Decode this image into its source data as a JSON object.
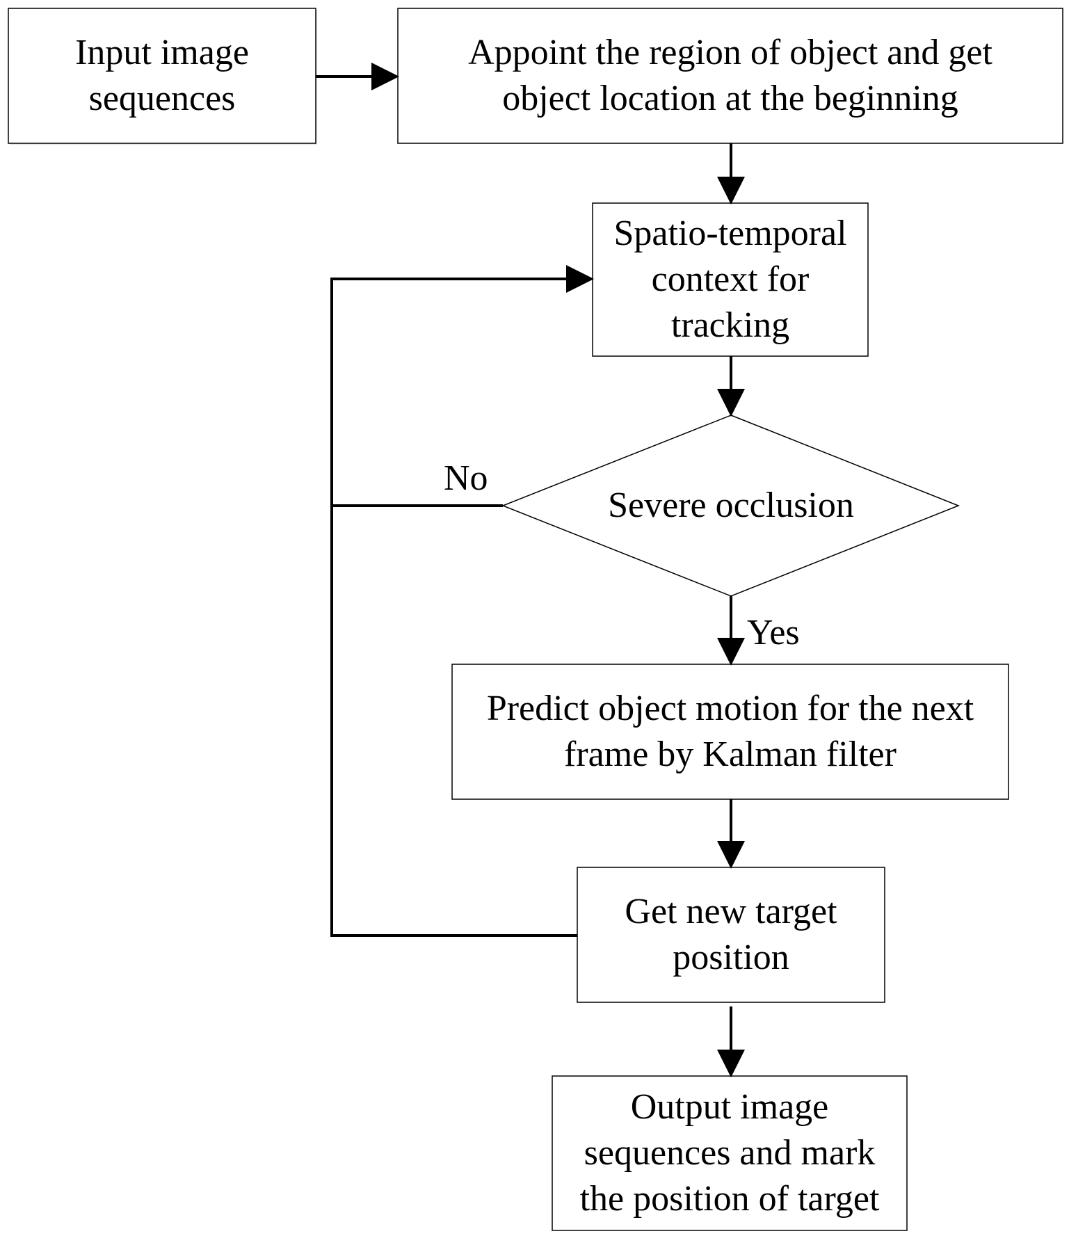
{
  "colors": {
    "stroke": "#000000",
    "background": "#ffffff",
    "shadow": "#c9d3e0"
  },
  "nodes": {
    "input": {
      "lines": [
        "Input image",
        "sequences"
      ]
    },
    "appoint": {
      "lines": [
        "Appoint the region of object and get",
        "object location at the beginning"
      ]
    },
    "stc": {
      "lines": [
        "Spatio-temporal",
        "context for",
        "tracking"
      ]
    },
    "decision": {
      "lines": [
        "Severe occlusion"
      ]
    },
    "predict": {
      "lines": [
        "Predict object motion for the next",
        "frame by Kalman filter"
      ]
    },
    "getpos": {
      "lines": [
        "Get new target",
        "position"
      ]
    },
    "output": {
      "lines": [
        "Output image",
        "sequences and mark",
        "the position of target"
      ]
    }
  },
  "edge_labels": {
    "no": "No",
    "yes": "Yes"
  }
}
